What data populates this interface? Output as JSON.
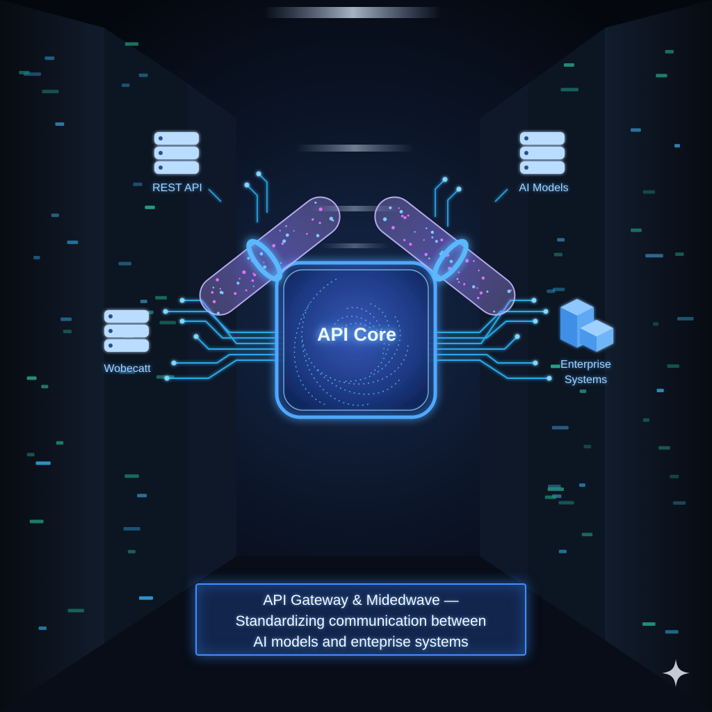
{
  "core": {
    "label": "API Core"
  },
  "nodes": {
    "rest_api": {
      "label": "REST API",
      "icon": "database-stack-icon"
    },
    "ai_models": {
      "label": "AI Models",
      "icon": "database-stack-icon"
    },
    "webhooks": {
      "label": "Wobecatt",
      "icon": "database-stack-icon"
    },
    "enterprise": {
      "label_line1": "Enterprise",
      "label_line2": "Systems",
      "icon": "cubes-icon"
    }
  },
  "caption": {
    "line1": "API Gateway & Midedwave —",
    "line2": "Standardizing communication between",
    "line3": "AI models and enteprise systems"
  },
  "colors": {
    "background": "#05080f",
    "glow_blue": "#3f8fff",
    "label_blue": "#9fd2ff",
    "particle_pink": "#e070ff",
    "icon_blue": "#b9dcff"
  }
}
